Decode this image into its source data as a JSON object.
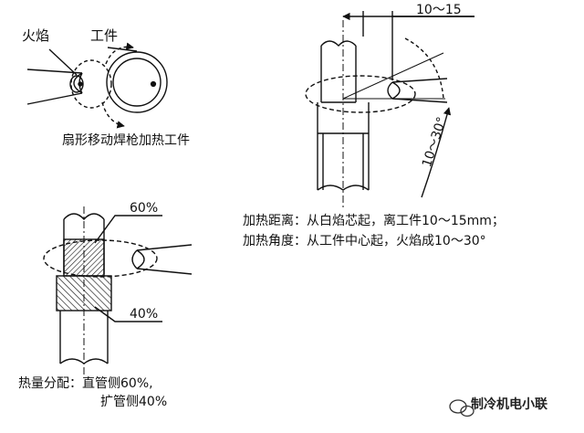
{
  "fig_left_top": {
    "flame_label": "火焰",
    "workpiece_label": "工件",
    "caption": "扇形移动焊枪加热工件"
  },
  "fig_right": {
    "distance_dim": "10～15",
    "angle_dim": "10～30°",
    "note_line1": "加热距离：从白焰芯起，离工件10～15mm；",
    "note_line2": "加热角度：从工件中心起，火焰成10～30°"
  },
  "fig_left_bottom": {
    "pct_top": "60%",
    "pct_bottom": "40%",
    "note_line1": "热量分配：直管侧60%,",
    "note_line2": "扩管侧40%"
  },
  "watermark": {
    "text": "制冷机电小联"
  }
}
